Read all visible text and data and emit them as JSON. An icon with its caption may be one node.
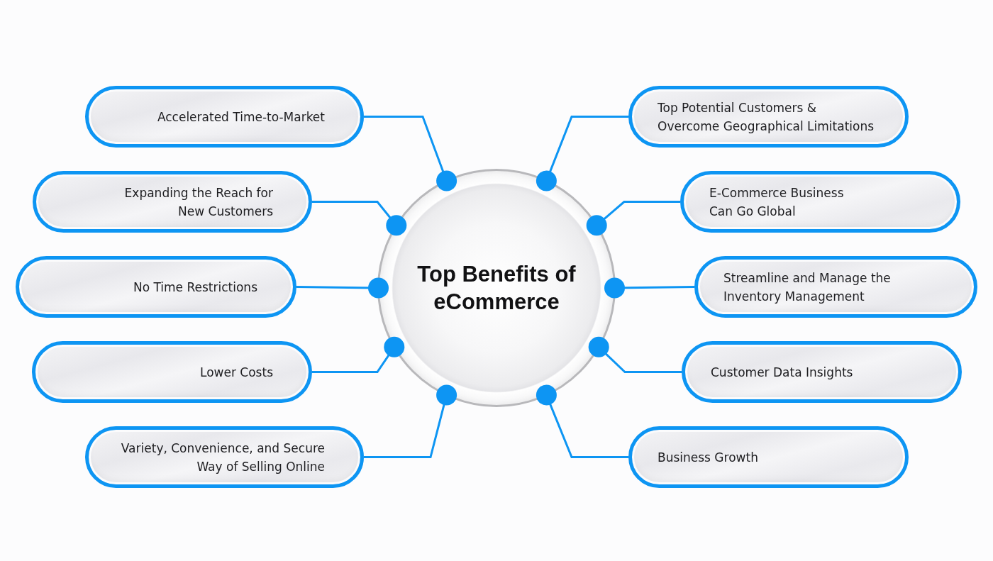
{
  "diagram": {
    "nodes": [
      {
        "text": [
          "Top Benefits of eCommerce"
        ]
      },
      {
        "text": [
          "Accelerated Time-to-Market"
        ]
      },
      {
        "text": [
          "Top Potential Customers & Overcome Geographical Limitations"
        ]
      },
      {
        "text": [
          "Expanding the Reach for New Customers"
        ]
      },
      {
        "text": [
          "E-Commerce Business Can Go Global"
        ]
      },
      {
        "text": [
          "No Time Restrictions"
        ]
      },
      {
        "text": [
          "Streamline and Manage the Inventory Management"
        ]
      },
      {
        "text": [
          "Lower Costs"
        ]
      },
      {
        "text": [
          "Customer Data Insights"
        ]
      },
      {
        "text": [
          "Variety, Convenience, and Secure Way of Selling Online"
        ]
      },
      {
        "text": [
          "Business Growth"
        ]
      }
    ],
    "edges": [
      {
        "from": 1,
        "to": 0,
        "arrow": "other"
      },
      {
        "from": 2,
        "to": 0,
        "arrow": "other"
      },
      {
        "from": 3,
        "to": 0,
        "arrow": "other"
      },
      {
        "from": 4,
        "to": 0,
        "arrow": "other"
      },
      {
        "from": 5,
        "to": 0,
        "arrow": "other"
      },
      {
        "from": 6,
        "to": 0,
        "arrow": "other"
      },
      {
        "from": 7,
        "to": 0,
        "arrow": "other"
      },
      {
        "from": 8,
        "to": 0,
        "arrow": "other"
      },
      {
        "from": 9,
        "to": 0,
        "arrow": "other"
      },
      {
        "from": 10,
        "to": 0,
        "arrow": "other"
      }
    ]
  }
}
